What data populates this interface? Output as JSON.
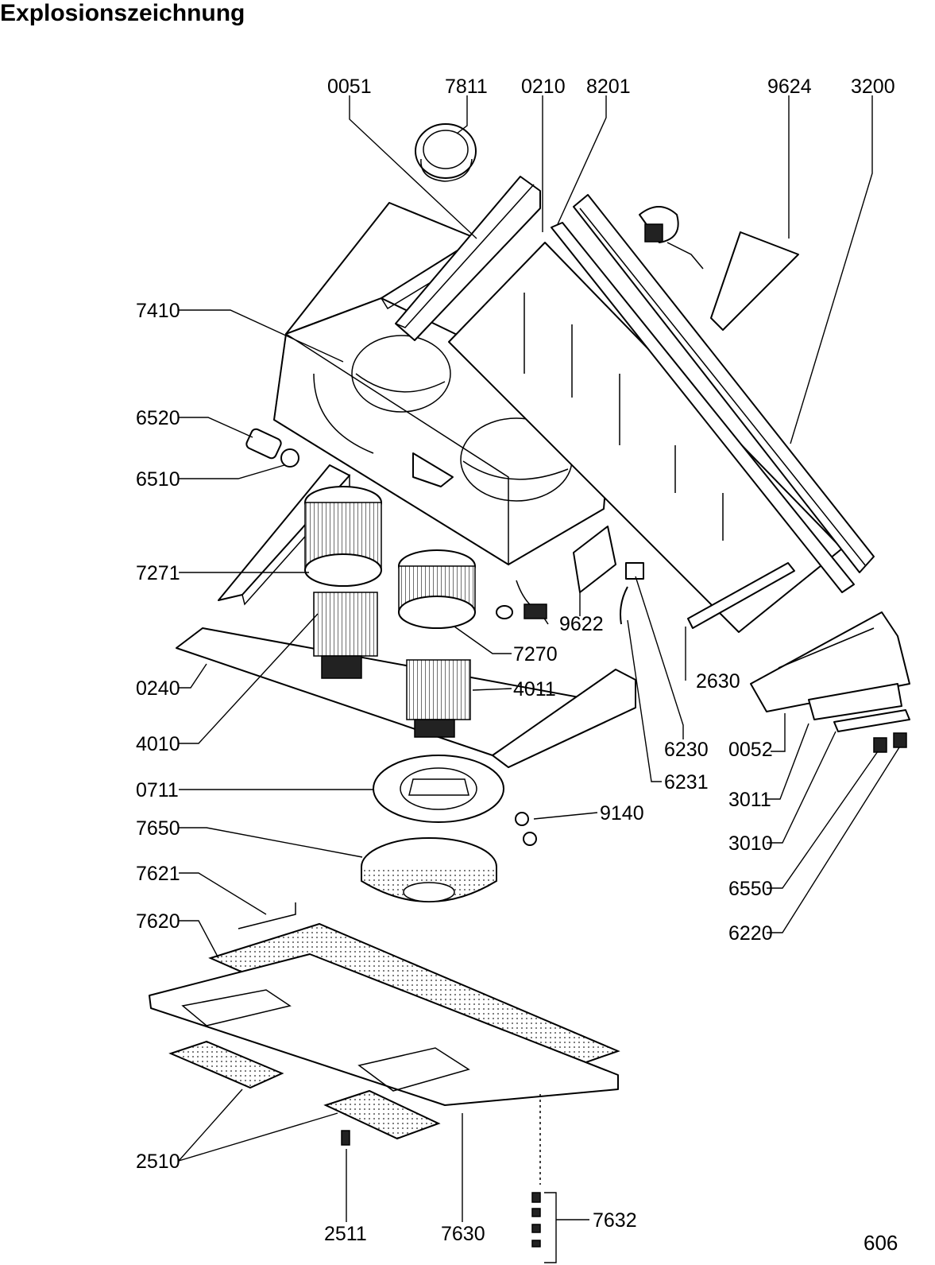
{
  "title": "Explosionszeichnung",
  "page_number": "606",
  "part_labels": {
    "p0051": "0051",
    "p7811": "7811",
    "p0210": "0210",
    "p8201": "8201",
    "p9624": "9624",
    "p3200": "3200",
    "p7410": "7410",
    "p6520": "6520",
    "p6510": "6510",
    "p7271": "7271",
    "p9622": "9622",
    "p7270": "7270",
    "p2630": "2630",
    "p0240": "0240",
    "p4011": "4011",
    "p4010": "4010",
    "p6230": "6230",
    "p0052": "0052",
    "p6231": "6231",
    "p0711": "0711",
    "p3011": "3011",
    "p9140": "9140",
    "p7650": "7650",
    "p3010": "3010",
    "p7621": "7621",
    "p6550": "6550",
    "p7620": "7620",
    "p6220": "6220",
    "p2510": "2510",
    "p2511": "2511",
    "p7630": "7630",
    "p7632": "7632"
  }
}
